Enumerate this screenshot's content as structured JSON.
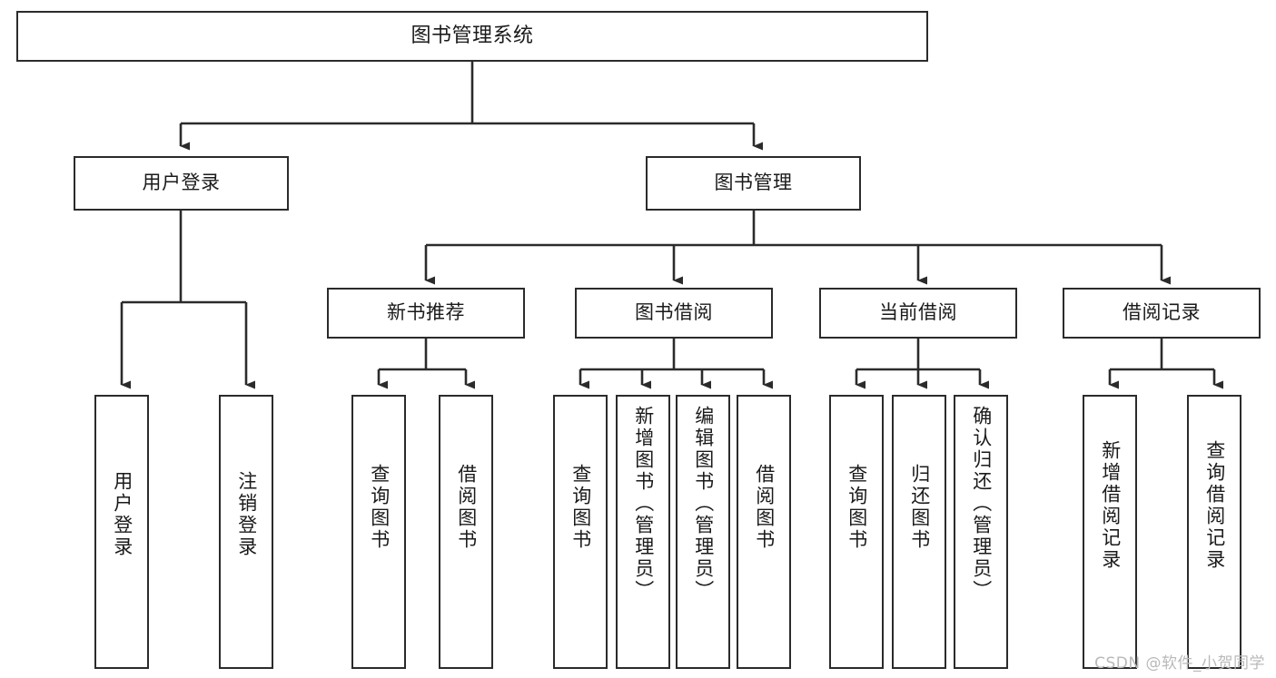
{
  "diagram": {
    "title": "图书管理系统",
    "type": "tree-hierarchy-chart",
    "root": {
      "id": "root",
      "label": "图书管理系统"
    },
    "level2": [
      {
        "id": "user-login",
        "label": "用户登录"
      },
      {
        "id": "book-manage",
        "label": "图书管理"
      }
    ],
    "level3": [
      {
        "id": "new-book-rec",
        "label": "新书推荐"
      },
      {
        "id": "book-borrow",
        "label": "图书借阅"
      },
      {
        "id": "current-borrow",
        "label": "当前借阅"
      },
      {
        "id": "borrow-record",
        "label": "借阅记录"
      }
    ],
    "leaves": {
      "user_login": [
        {
          "id": "leaf-user-login",
          "label": "用户登录"
        },
        {
          "id": "leaf-logout-login",
          "label": "注销登录"
        }
      ],
      "new_book_rec": [
        {
          "id": "leaf-query-book-1",
          "label": "查询图书"
        },
        {
          "id": "leaf-borrow-book-1",
          "label": "借阅图书"
        }
      ],
      "book_borrow": [
        {
          "id": "leaf-query-book-2",
          "label": "查询图书"
        },
        {
          "id": "leaf-add-book",
          "label": "新增图书（管理员）"
        },
        {
          "id": "leaf-edit-book",
          "label": "编辑图书（管理员）"
        },
        {
          "id": "leaf-borrow-book-2",
          "label": "借阅图书"
        }
      ],
      "current_borrow": [
        {
          "id": "leaf-query-book-3",
          "label": "查询图书"
        },
        {
          "id": "leaf-return-book",
          "label": "归还图书"
        },
        {
          "id": "leaf-confirm-return",
          "label": "确认归还（管理员）"
        }
      ],
      "borrow_record": [
        {
          "id": "leaf-add-record",
          "label": "新增借阅记录"
        },
        {
          "id": "leaf-query-record",
          "label": "查询借阅记录"
        }
      ]
    }
  },
  "watermark": {
    "text": "CSDN @软件_小贺同学"
  },
  "colors": {
    "stroke": "#2b2b2b",
    "fill": "#ffffff",
    "text": "#1a1a1a",
    "watermark": "#b9b9b9"
  }
}
